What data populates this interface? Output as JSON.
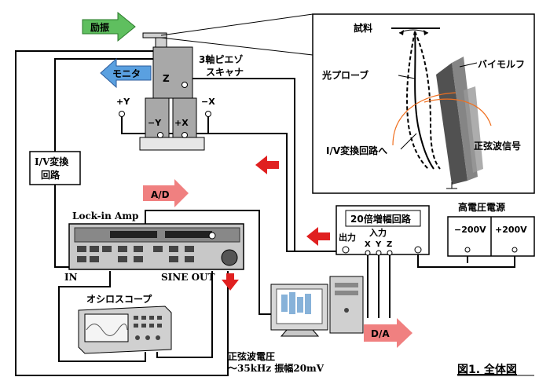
{
  "labels": {
    "excitation": "励振",
    "monitor": "モニタ",
    "piezo_line1": "3軸ピエゾ",
    "piezo_line2": "スキャナ",
    "z": "Z",
    "plus_y": "+Y",
    "minus_y": "−Y",
    "plus_x": "+X",
    "minus_x": "−X",
    "iv_line1": "I/V変換",
    "iv_line2": "回路",
    "sample": "試料",
    "optical_probe": "光プローブ",
    "bimorph": "バイモルフ",
    "to_iv": "I/V変換回路へ",
    "sine_signal": "正弦波信号",
    "ad": "A/D",
    "lockin": "Lock-in Amp",
    "in": "IN",
    "sine_out": "SINE OUT",
    "amp20": "20倍増幅回路",
    "output": "出力",
    "input": "入力",
    "x": "X",
    "y": "Y",
    "zz": "Z",
    "hv_supply": "高電圧電源",
    "minus200": "−200V",
    "plus200": "+200V",
    "oscilloscope": "オシロスコープ",
    "sine_voltage": "正弦波電圧",
    "freq_amp": "〜35kHz 振幅20mV",
    "da": "D/A",
    "fig_title": "図1. 全体図"
  },
  "colors": {
    "green_arrow": "#5fbf5f",
    "blue_arrow": "#5aa0e0",
    "pink_arrow": "#f08080",
    "red_arrow": "#e02020",
    "orange_curve": "#f07020",
    "gray_body": "#a8a8a8"
  }
}
